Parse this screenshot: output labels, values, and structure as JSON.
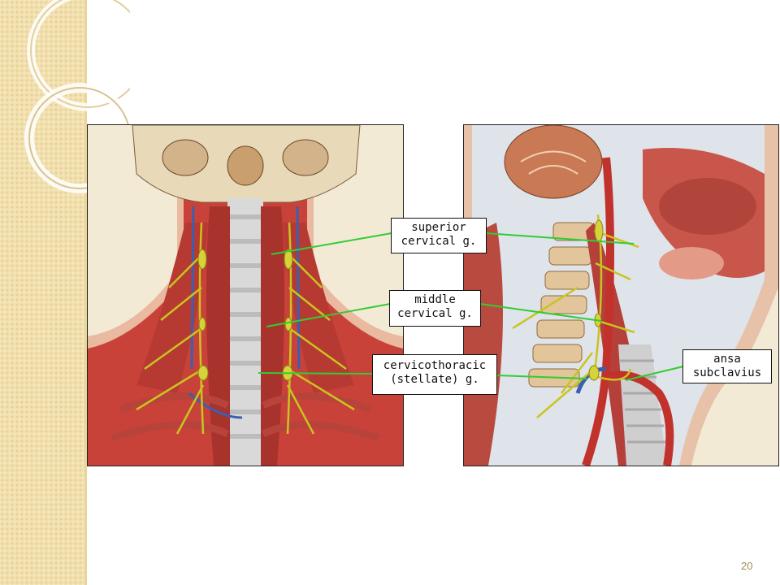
{
  "slide": {
    "page_number": "20",
    "accent_colors": {
      "strip": "#f1dfae",
      "leader_line": "#33cc33",
      "page_number": "#a08a5a"
    }
  },
  "figure": {
    "left_panel_view": "posterior view of neck",
    "right_panel_view": "lateral view of neck",
    "labels": {
      "superior": "superior\ncervical g.",
      "middle": "middle\ncervical g.",
      "stellate": "cervicothoracic\n(stellate) g.",
      "ansa": "ansa\nsubclavius"
    }
  }
}
